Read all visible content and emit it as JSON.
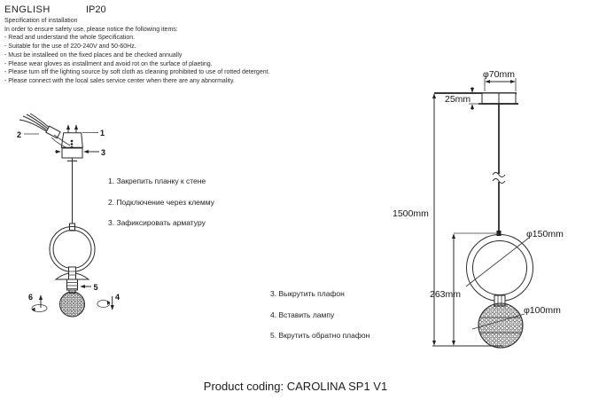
{
  "header": {
    "language": "ENGLISH",
    "ip_rating": "IP20"
  },
  "specification": {
    "title": "Specification of installation",
    "intro": "In order to ensure safety use, please notice the following items:",
    "items": [
      "- Read and understand the whole Specification.",
      "- Suitable for the use of 220-240V and 50-60Hz.",
      "- Must be installeed on the fixed places and be checked annually",
      "- Please wear gloves as installment and avoid rot on the surface of plaeting.",
      "- Please turn off the lighting source by soft cloth as cleaning prohibited to use of rotted detergent.",
      "- Please connect with the local sales service center when there are any abnormality."
    ]
  },
  "instructions": {
    "mounting": [
      "1. Закрепить планку к стене",
      "2. Подключение через клемму",
      "3. Зафиксировать арматуру"
    ],
    "lamp": [
      "3. Выкрутить плафон",
      "4. Вставить лампу",
      "5. Вкрутить обратно плафон"
    ]
  },
  "figure_installation": {
    "callout_bracket": "1",
    "callout_wires": "2",
    "callout_canopy": "3",
    "callout_rotate_remove": "4",
    "callout_socket": "5",
    "callout_rotate_attach": "6"
  },
  "figure_dimensions": {
    "canopy_diameter": "φ70mm",
    "canopy_height": "25mm",
    "total_height": "1500mm",
    "ring_diameter": "φ150mm",
    "fixture_height": "263mm",
    "ball_diameter": "φ100mm"
  },
  "footer": {
    "product_coding": "Product coding: CAROLINA SP1 V1"
  },
  "colors": {
    "ink": "#1f1f1f",
    "background": "#ffffff"
  }
}
